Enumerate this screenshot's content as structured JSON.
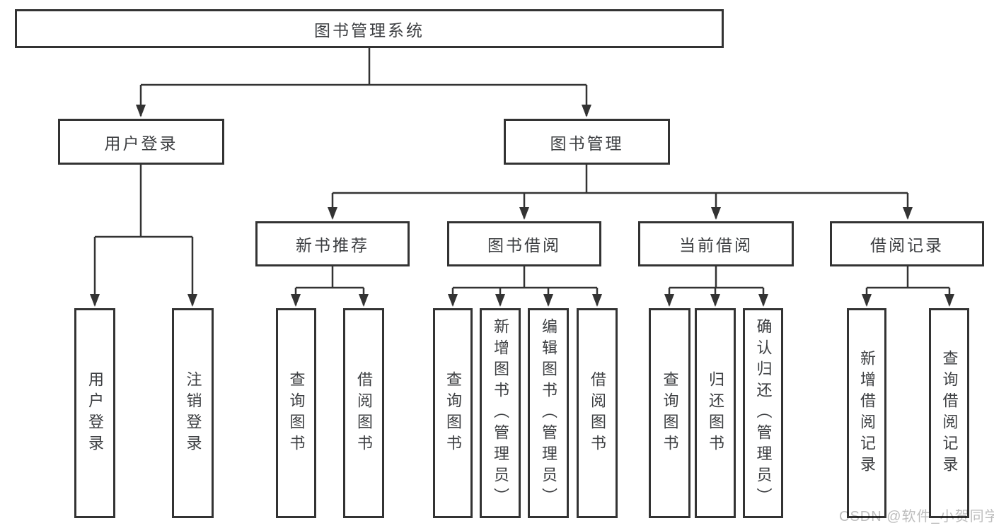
{
  "diagram": {
    "kind": "functional-structure-tree",
    "colors": {
      "background": "#ffffff",
      "line": "#333333",
      "box_border": "#333333",
      "text": "#3d3f42",
      "watermark": "#bdbdbd"
    },
    "watermark": {
      "text": "CSDN @软件_小贺同学"
    },
    "tree": {
      "root": {
        "label": "图书管理系统"
      },
      "branches": [
        {
          "label": "用户登录",
          "children": [
            {
              "label": "用户登录"
            },
            {
              "label": "注销登录"
            }
          ]
        },
        {
          "label": "图书管理",
          "children": [
            {
              "label": "新书推荐",
              "children": [
                {
                  "label": "查询图书"
                },
                {
                  "label": "借阅图书"
                }
              ]
            },
            {
              "label": "图书借阅",
              "children": [
                {
                  "label": "查询图书"
                },
                {
                  "label": "新增图书（管理员）"
                },
                {
                  "label": "编辑图书（管理员）"
                },
                {
                  "label": "借阅图书"
                }
              ]
            },
            {
              "label": "当前借阅",
              "children": [
                {
                  "label": "查询图书"
                },
                {
                  "label": "归还图书"
                },
                {
                  "label": "确认归还（管理员）"
                }
              ]
            },
            {
              "label": "借阅记录",
              "children": [
                {
                  "label": "新增借阅记录"
                },
                {
                  "label": "查询借阅记录"
                }
              ]
            }
          ]
        }
      ]
    }
  }
}
